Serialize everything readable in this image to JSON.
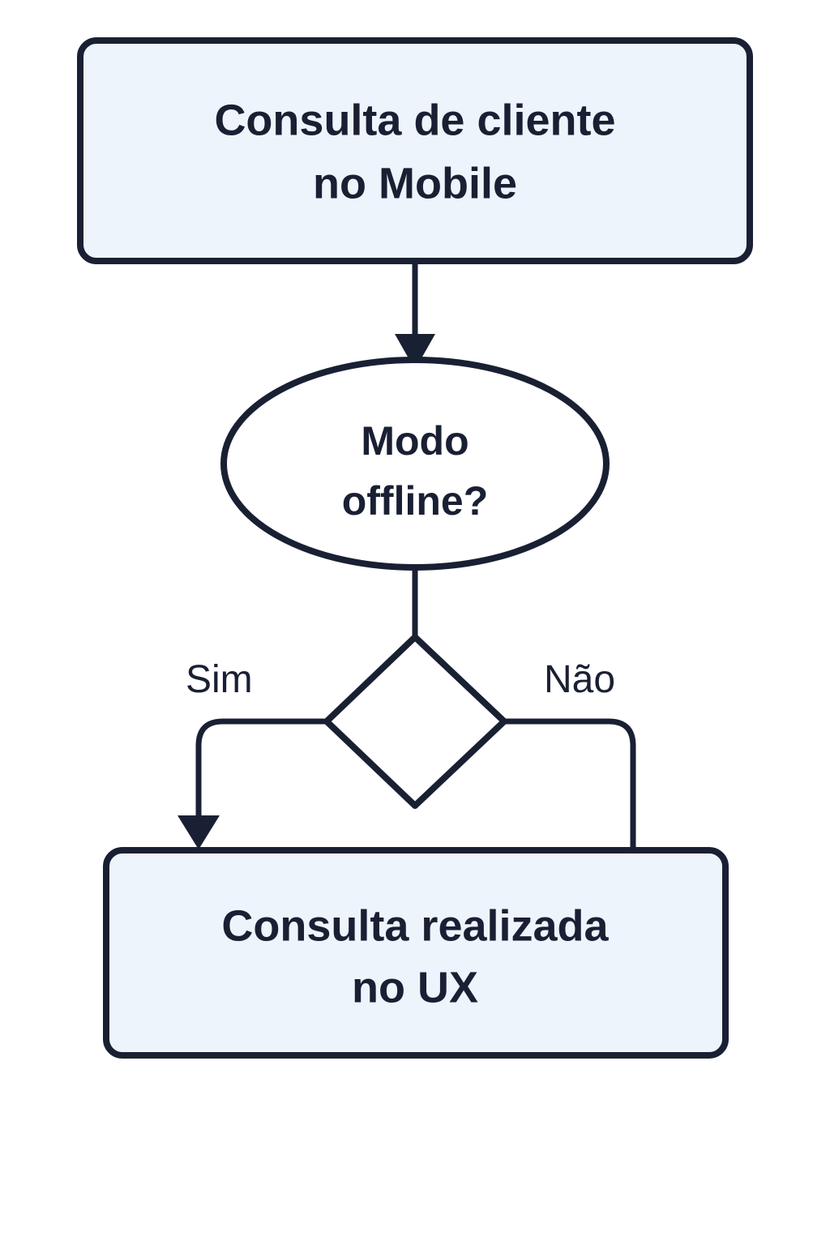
{
  "diagram": {
    "title": "Consulta de cliente no Mobile",
    "type": "flowchart",
    "direction": "top-to-bottom",
    "colors": {
      "background": "#ffffff",
      "node_fill": "#eef4fb",
      "decision_fill": "#ffffff",
      "stroke": "#1a2033",
      "text": "#1a2033"
    },
    "nodes": [
      {
        "id": "start",
        "shape": "rounded-rectangle",
        "fill": "#eef4fb",
        "line1": "Consulta de cliente",
        "line2": "no Mobile"
      },
      {
        "id": "question",
        "shape": "ellipse",
        "fill": "#ffffff",
        "line1": "Modo",
        "line2": "offline?"
      },
      {
        "id": "decision",
        "shape": "diamond",
        "fill": "#ffffff",
        "line1": "",
        "line2": ""
      },
      {
        "id": "end",
        "shape": "rounded-rectangle",
        "fill": "#eef4fb",
        "line1": "Consulta realizada",
        "line2": "no UX"
      }
    ],
    "edges": [
      {
        "id": "start-to-question",
        "from": "start",
        "to": "question",
        "label": "",
        "arrow": true
      },
      {
        "id": "question-to-decision",
        "from": "question",
        "to": "decision",
        "label": "",
        "arrow": false
      },
      {
        "id": "decision-yes",
        "from": "decision",
        "to": "end",
        "label": "Sim",
        "arrow": true
      },
      {
        "id": "decision-no",
        "from": "decision",
        "to": "end",
        "label": "Não",
        "arrow": false
      }
    ]
  }
}
